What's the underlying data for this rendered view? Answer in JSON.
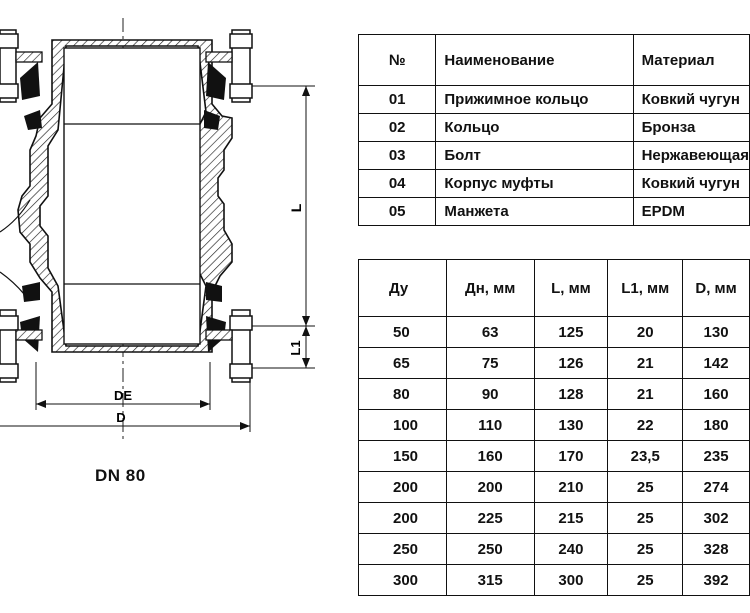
{
  "drawing": {
    "dim_labels": {
      "length": "L",
      "l1": "L1",
      "de": "DE",
      "d": "D"
    },
    "caption": "DN 80"
  },
  "parts_table": {
    "headers": [
      "№",
      "Наименование",
      "Материал"
    ],
    "rows": [
      [
        "01",
        "Прижимное кольцо",
        "Ковкий чугун"
      ],
      [
        "02",
        "Кольцо",
        "Бронза"
      ],
      [
        "03",
        "Болт",
        "Нержавеющая"
      ],
      [
        "04",
        "Корпус муфты",
        "Ковкий чугун"
      ],
      [
        "05",
        "Манжета",
        "EPDM"
      ]
    ]
  },
  "dims_table": {
    "headers": [
      "Ду",
      "Дн, мм",
      "L, мм",
      "L1, мм",
      "D, мм"
    ],
    "rows": [
      [
        "50",
        "63",
        "125",
        "20",
        "130"
      ],
      [
        "65",
        "75",
        "126",
        "21",
        "142"
      ],
      [
        "80",
        "90",
        "128",
        "21",
        "160"
      ],
      [
        "100",
        "110",
        "130",
        "22",
        "180"
      ],
      [
        "150",
        "160",
        "170",
        "23,5",
        "235"
      ],
      [
        "200",
        "200",
        "210",
        "25",
        "274"
      ],
      [
        "200",
        "225",
        "215",
        "25",
        "302"
      ],
      [
        "250",
        "250",
        "240",
        "25",
        "328"
      ],
      [
        "300",
        "315",
        "300",
        "25",
        "392"
      ]
    ]
  }
}
